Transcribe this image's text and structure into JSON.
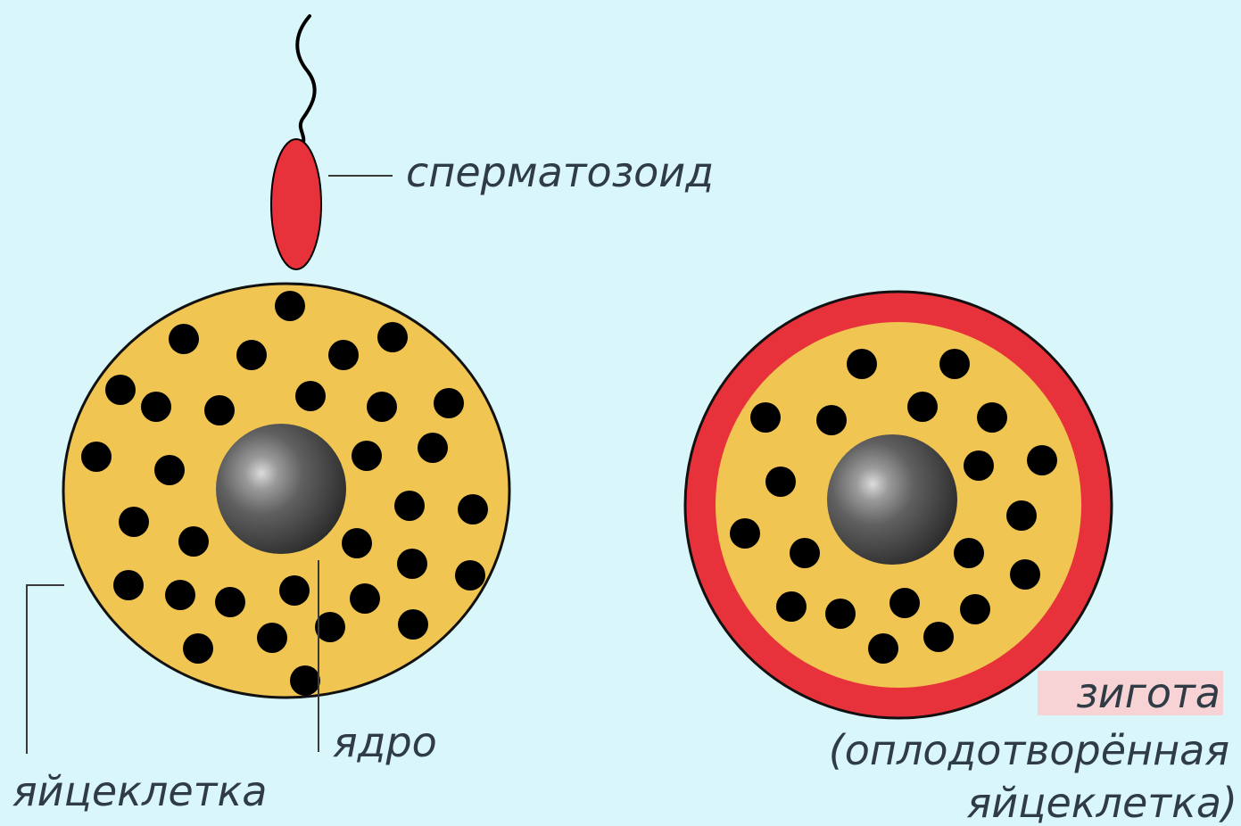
{
  "labels": {
    "sperm": "сперматозоид",
    "egg": "яйцеклетка",
    "nucleus": "ядро",
    "zygote": "зигота",
    "zygote_note_line1": "(оплодотворённая",
    "zygote_note_line2": "яйцеклетка)"
  },
  "colors": {
    "background": "#d9f7fb",
    "egg_cytoplasm": "#f0c552",
    "zygote_membrane": "#e8323b",
    "sperm_head": "#e8323b",
    "nucleus": "#4d4d4d",
    "granules": "#000000",
    "zygote_label_highlight": "#f7d3d6"
  },
  "icons": {
    "egg_cell": "egg-cell-icon",
    "zygote_cell": "zygote-cell-icon",
    "sperm_cell": "sperm-cell-icon"
  }
}
